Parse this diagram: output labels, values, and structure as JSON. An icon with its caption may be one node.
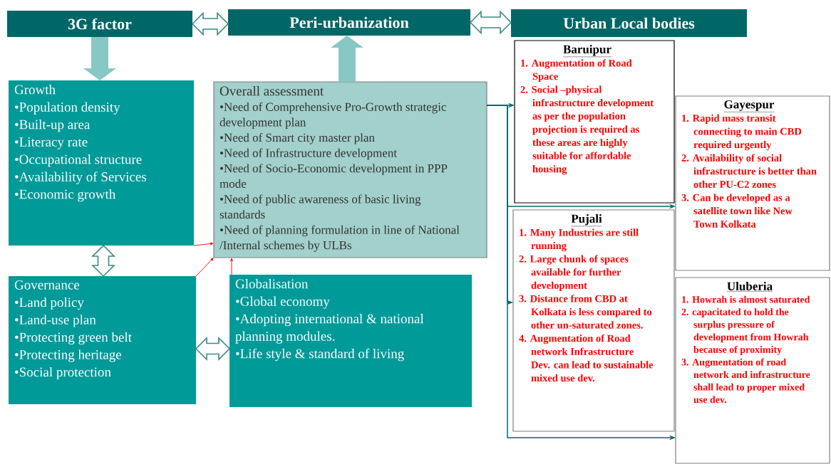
{
  "diagram": {
    "nodes": [
      {
        "text": [
          "3G factor"
        ]
      },
      {
        "text": [
          "Peri-urbanization"
        ]
      },
      {
        "text": [
          "Urban Local bodies"
        ]
      },
      {
        "text": [
          "Growth",
          "•Population density",
          "•Built-up area",
          "•Literacy rate",
          "•Occupational structure",
          "•Availability of Services",
          "•Economic growth"
        ]
      },
      {
        "text": [
          "Overall assessment",
          "•Need of Comprehensive Pro-Growth strategic development plan",
          "•Need of Smart city master plan",
          "•Need of Infrastructure development",
          "•Need of Socio-Economic development in PPP mode",
          "•Need of public awareness of basic living standards",
          "•Need of planning formulation in line of National /Internal schemes by ULBs"
        ]
      },
      {
        "text": [
          "Governance",
          "•Land policy",
          "•Land-use plan",
          "•Protecting green belt",
          "•Protecting heritage",
          "•Social protection"
        ]
      },
      {
        "text": [
          "Globalisation",
          "•Global economy",
          "•Adopting international & national planning modules.",
          "•Life style & standard of living"
        ]
      },
      {
        "text": [
          "Baruipur",
          "1. Augmentation of Road Space",
          "2. Social –physical infrastructure development as per the population projection is required as these areas are highly suitable for affordable housing"
        ]
      },
      {
        "text": [
          "Pujali",
          "1. Many Industries are still running",
          "2. Large chunk of spaces available for further development",
          "3. Distance from CBD at Kolkata is less compared to other un-saturated zones.",
          "4. Augmentation of Road network Infrastructure Dev. can lead to sustainable mixed use dev."
        ]
      },
      {
        "text": [
          "Gayespur",
          "1. Rapid mass transit connecting to main CBD required urgently",
          "2. Availability of social infrastructure is better than other PU-C2 zones",
          "3. Can be developed as a satellite town like New Town Kolkata"
        ]
      },
      {
        "text": [
          "Uluberia",
          "1. Howrah is almost saturated",
          "2. capacitated to hold the surplus pressure of development from Howrah because of proximity",
          "3. Augmentation of road network and infrastructure shall lead to proper mixed use dev."
        ]
      }
    ],
    "edges": [
      {
        "from": 0,
        "to": 1,
        "arrow": "both",
        "style": "thick",
        "color": "#3b8a80"
      },
      {
        "from": 1,
        "to": 2,
        "arrow": "both",
        "style": "thick",
        "color": "#3b8a80"
      },
      {
        "from": 0,
        "to": 3,
        "arrow": "to",
        "style": "thick",
        "color": "#88c8c4"
      },
      {
        "from": 4,
        "to": 1,
        "arrow": "to",
        "style": "thick",
        "color": "#88c8c4"
      },
      {
        "from": 3,
        "to": 5,
        "arrow": "both",
        "style": "thick",
        "color": "#3b8a80"
      },
      {
        "from": 5,
        "to": 6,
        "arrow": "both",
        "style": "thick",
        "color": "#3b8a80"
      },
      {
        "from": 3,
        "to": 4,
        "arrow": "to",
        "color": "#ff0000"
      },
      {
        "from": 5,
        "to": 4,
        "arrow": "to",
        "color": "#ff0000"
      },
      {
        "from": 6,
        "to": 4,
        "arrow": "to",
        "color": "#ff0000"
      },
      {
        "from": 4,
        "to": 7,
        "arrow": "to",
        "color": "#006b6b"
      },
      {
        "from": 4,
        "to": 9,
        "arrow": "to",
        "color": "#006b6b"
      },
      {
        "from": 4,
        "to": 8,
        "arrow": "to",
        "color": "#006b6b"
      },
      {
        "from": 4,
        "to": 10,
        "arrow": "to",
        "color": "#006b6b"
      }
    ]
  }
}
